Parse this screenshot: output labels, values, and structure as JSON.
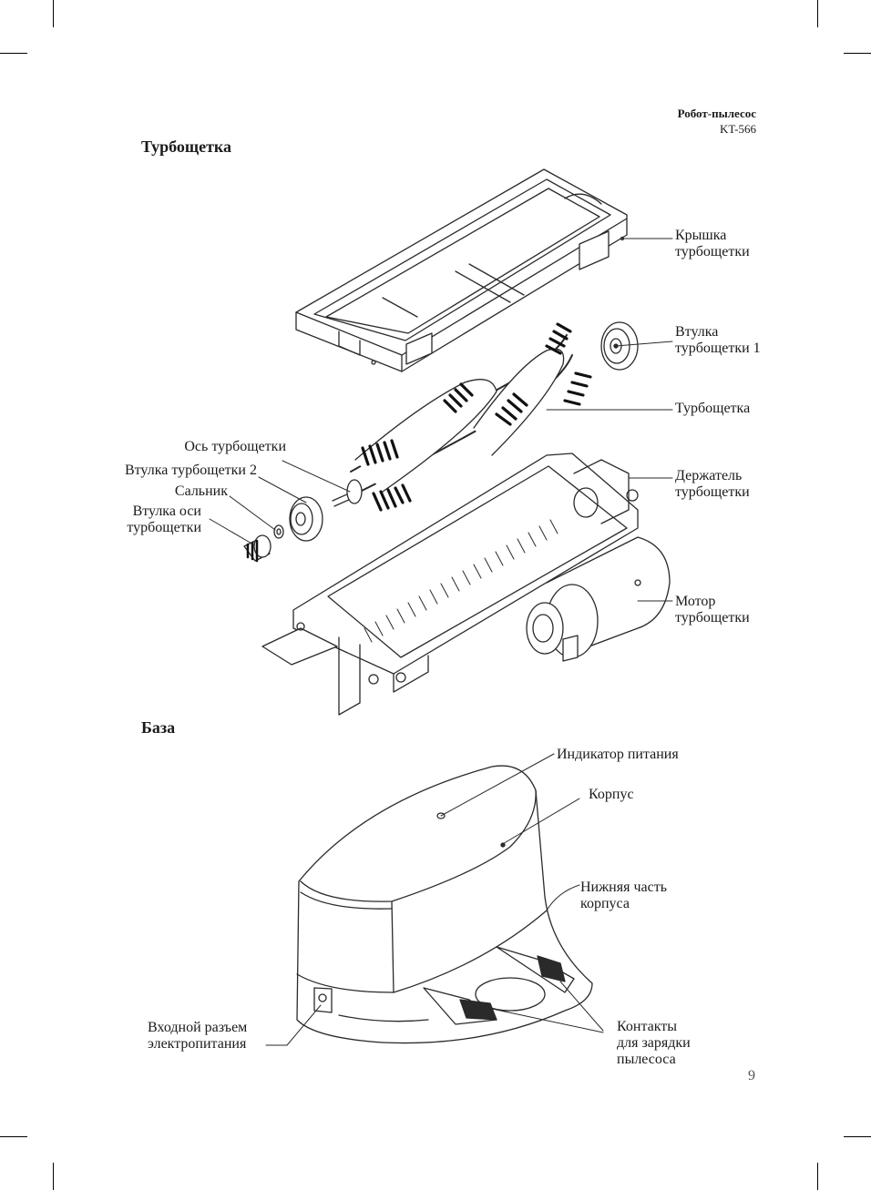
{
  "header": {
    "title": "Робот-пылесос",
    "model": "KT-566"
  },
  "sections": {
    "turbobrush_title": "Турбощетка",
    "base_title": "База"
  },
  "turbobrush_labels": {
    "cover": [
      "Крышка",
      "турбощетки"
    ],
    "bushing1": [
      "Втулка",
      "турбощетки 1"
    ],
    "brush": "Турбощетка",
    "holder": [
      "Держатель",
      "турбощетки"
    ],
    "motor": [
      "Мотор",
      "турбощетки"
    ],
    "axle": "Ось турбощетки",
    "bushing2": "Втулка турбощетки 2",
    "seal": "Сальник",
    "axle_bushing": [
      "Втулка оси",
      "турбощетки"
    ]
  },
  "base_labels": {
    "power_indicator": "Индикатор питания",
    "housing": "Корпус",
    "bottom_part": [
      "Нижняя часть",
      "корпуса"
    ],
    "power_input": [
      "Входной разъем",
      "электропитания"
    ],
    "charging_contacts": [
      "Контакты",
      "для зарядки",
      "пылесоса"
    ]
  },
  "page_number": "9"
}
